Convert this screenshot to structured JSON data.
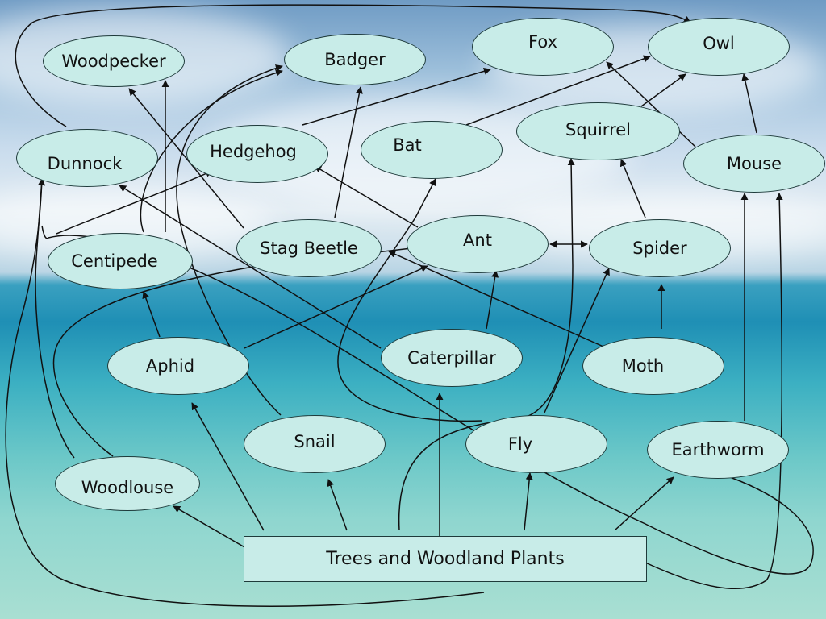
{
  "diagram": {
    "nodes": {
      "woodpecker": "Woodpecker",
      "badger": "Badger",
      "fox": "Fox",
      "owl": "Owl",
      "dunnock": "Dunnock",
      "hedgehog": "Hedgehog",
      "bat": "Bat",
      "squirrel": "Squirrel",
      "mouse": "Mouse",
      "centipede": "Centipede",
      "stag_beetle": "Stag Beetle",
      "ant": "Ant",
      "spider": "Spider",
      "aphid": "Aphid",
      "caterpillar": "Caterpillar",
      "moth": "Moth",
      "snail": "Snail",
      "fly": "Fly",
      "earthworm": "Earthworm",
      "woodlouse": "Woodlouse",
      "plants": "Trees and Woodland Plants"
    },
    "links": [
      {
        "from": "plants",
        "to": "aphid"
      },
      {
        "from": "plants",
        "to": "woodlouse"
      },
      {
        "from": "plants",
        "to": "snail"
      },
      {
        "from": "plants",
        "to": "caterpillar"
      },
      {
        "from": "plants",
        "to": "fly"
      },
      {
        "from": "plants",
        "to": "earthworm"
      },
      {
        "from": "plants",
        "to": "squirrel"
      },
      {
        "from": "plants",
        "to": "dunnock"
      },
      {
        "from": "plants",
        "to": "mouse"
      },
      {
        "from": "aphid",
        "to": "centipede"
      },
      {
        "from": "aphid",
        "to": "ant"
      },
      {
        "from": "caterpillar",
        "to": "ant"
      },
      {
        "from": "caterpillar",
        "to": "dunnock"
      },
      {
        "from": "moth",
        "to": "spider"
      },
      {
        "from": "moth",
        "to": "stag_beetle"
      },
      {
        "from": "fly",
        "to": "spider"
      },
      {
        "from": "fly",
        "to": "bat"
      },
      {
        "from": "ant",
        "to": "spider",
        "bidirectional": true
      },
      {
        "from": "ant",
        "to": "hedgehog"
      },
      {
        "from": "spider",
        "to": "squirrel"
      },
      {
        "from": "earthworm",
        "to": "mouse"
      },
      {
        "from": "earthworm",
        "to": "dunnock"
      },
      {
        "from": "woodlouse",
        "to": "dunnock"
      },
      {
        "from": "woodlouse",
        "to": "ant"
      },
      {
        "from": "snail",
        "to": "badger"
      },
      {
        "from": "stag_beetle",
        "to": "badger"
      },
      {
        "from": "stag_beetle",
        "to": "woodpecker"
      },
      {
        "from": "centipede",
        "to": "woodpecker"
      },
      {
        "from": "centipede",
        "to": "badger"
      },
      {
        "from": "hedgehog",
        "to": "fox"
      },
      {
        "from": "bat",
        "to": "owl"
      },
      {
        "from": "squirrel",
        "to": "owl"
      },
      {
        "from": "mouse",
        "to": "owl"
      },
      {
        "from": "mouse",
        "to": "fox"
      },
      {
        "from": "dunnock",
        "to": "owl"
      },
      {
        "from": "dunnock",
        "to": "hedgehog"
      }
    ]
  }
}
